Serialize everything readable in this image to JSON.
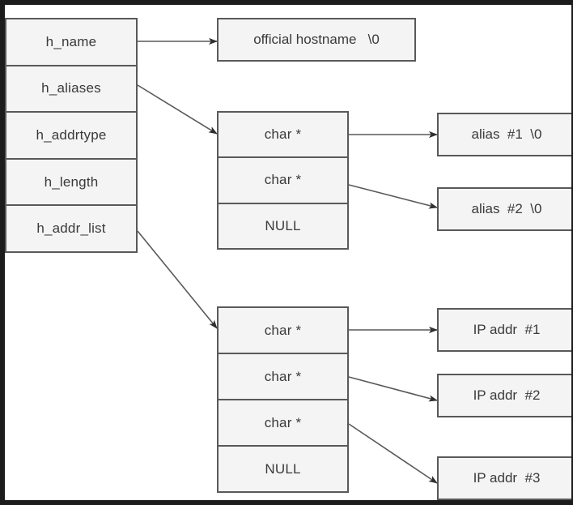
{
  "diagram": {
    "title": "hostent structure pointer diagram",
    "colors": {
      "frame": "#1c1c1c",
      "paper": "#ffffff",
      "box_fill": "#f4f4f4",
      "box_border": "#595959",
      "text": "#3a3a3a"
    },
    "struct_fields": [
      {
        "label": "h_name"
      },
      {
        "label": "h_aliases"
      },
      {
        "label": "h_addrtype"
      },
      {
        "label": "h_length"
      },
      {
        "label": "h_addr_list"
      }
    ],
    "hostname_box": {
      "label": "official hostname   \\0"
    },
    "alias_array": [
      {
        "label": "char *"
      },
      {
        "label": "char *"
      },
      {
        "label": "NULL"
      }
    ],
    "alias_strings": [
      {
        "label": "alias  #1  \\0"
      },
      {
        "label": "alias  #2  \\0"
      }
    ],
    "addr_array": [
      {
        "label": "char *"
      },
      {
        "label": "char *"
      },
      {
        "label": "char *"
      },
      {
        "label": "NULL"
      }
    ],
    "addr_strings": [
      {
        "label": "IP addr  #1"
      },
      {
        "label": "IP addr  #2"
      },
      {
        "label": "IP addr  #3"
      }
    ]
  }
}
